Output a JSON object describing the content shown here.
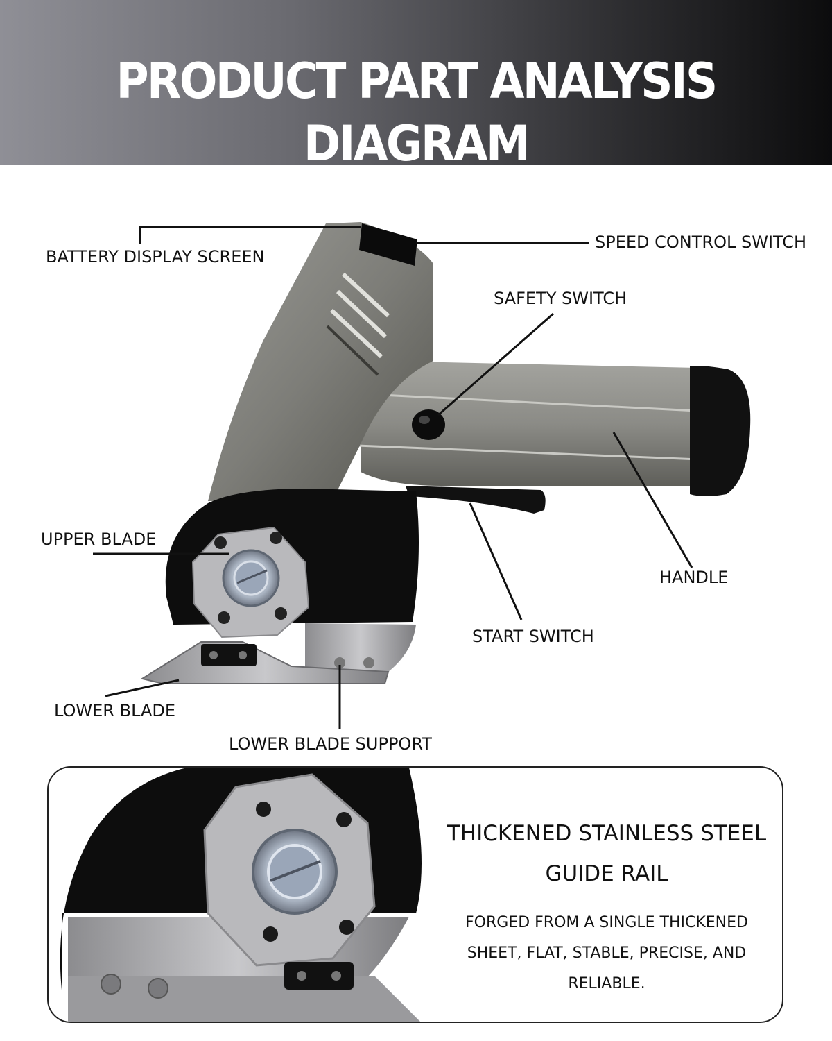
{
  "header": {
    "title": "PRODUCT PART ANALYSIS DIAGRAM"
  },
  "labels": {
    "battery_display": "BATTERY DISPLAY SCREEN",
    "speed_control": "SPEED CONTROL SWITCH",
    "safety_switch": "SAFETY SWITCH",
    "upper_blade": "UPPER BLADE",
    "handle": "HANDLE",
    "start_switch": "START SWITCH",
    "lower_blade": "LOWER BLADE",
    "lower_blade_support": "LOWER BLADE SUPPORT"
  },
  "panel": {
    "title_line1": "THICKENED STAINLESS STEEL",
    "title_line2": "GUIDE RAIL",
    "desc_line1": "FORGED FROM A SINGLE THICKENED",
    "desc_line2": "SHEET, FLAT, STABLE, PRECISE, AND",
    "desc_line3": "RELIABLE."
  },
  "colors": {
    "body_gray": "#85857f",
    "dark": "#0d0d0d",
    "steel": "#b5b5b8"
  }
}
